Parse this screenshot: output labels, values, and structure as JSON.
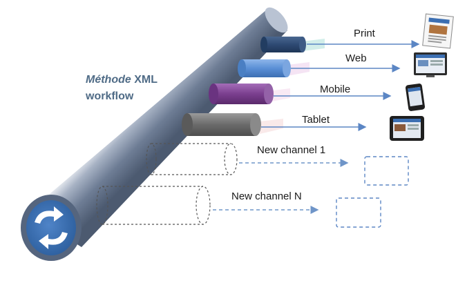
{
  "title": {
    "italic": "Méthode",
    "rest": " XML",
    "line2": "workflow"
  },
  "channels": [
    {
      "label": "Print",
      "color": "#2e4a73",
      "device": "newspaper-icon"
    },
    {
      "label": "Web",
      "color": "#5a8fd6",
      "device": "monitor-icon"
    },
    {
      "label": "Mobile",
      "color": "#7b3f8f",
      "device": "smartphone-icon"
    },
    {
      "label": "Tablet",
      "color": "#6b6b6b",
      "device": "tablet-icon"
    }
  ],
  "future_channels": [
    {
      "label": "New channel 1"
    },
    {
      "label": "New channel N"
    }
  ],
  "colors": {
    "pipe": "#7f8ea6",
    "arrow": "#5b86c4",
    "dashed": "#6f95c8",
    "cycle_icon": "#3c6fb2"
  }
}
